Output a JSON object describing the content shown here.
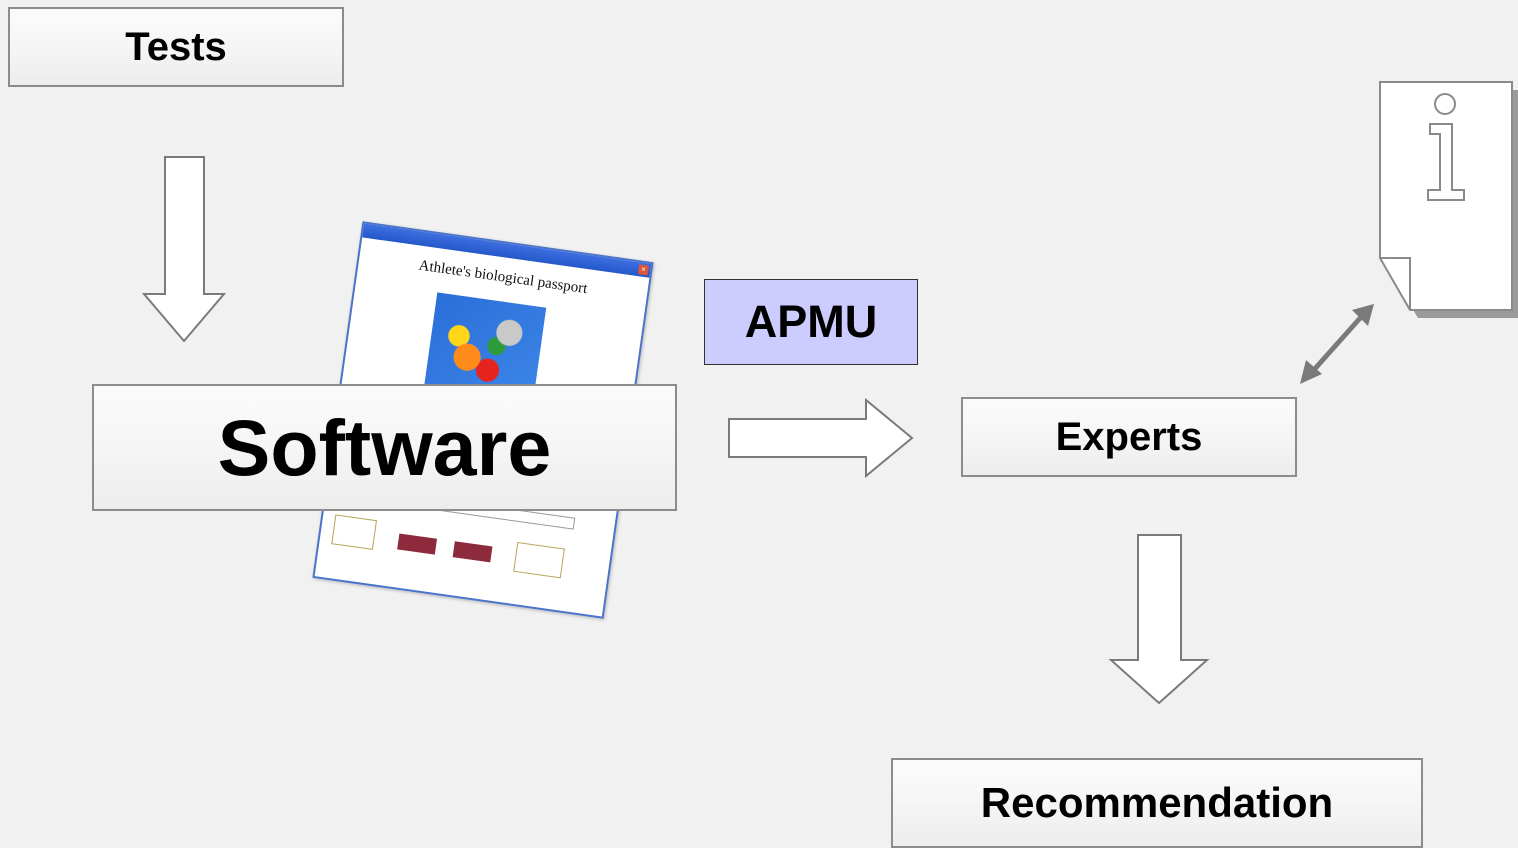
{
  "nodes": {
    "tests": "Tests",
    "software": "Software",
    "apmu": "APMU",
    "experts": "Experts",
    "recommendation": "Recommendation"
  },
  "app_window": {
    "heading": "Athlete's biological passport"
  },
  "colors": {
    "apmu_fill": "#ccccff",
    "box_border": "#8c8c8c",
    "arrow_stroke": "#7a7a7a",
    "background": "#f1f1f1"
  },
  "icons": {
    "document": "info-document-icon",
    "double_arrow": "double-headed-arrow"
  }
}
